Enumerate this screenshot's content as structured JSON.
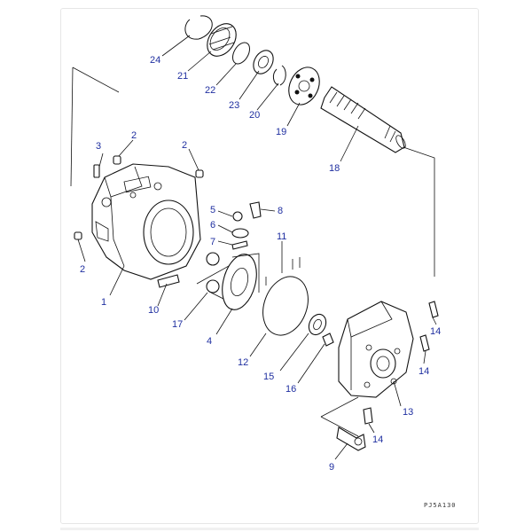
{
  "drawing_code": "PJ5A130",
  "colors": {
    "label": "#1f2fa0",
    "line": "#111111"
  },
  "callouts": {
    "c1": "1",
    "c2a": "2",
    "c2b": "2",
    "c2c": "2",
    "c3": "3",
    "c4": "4",
    "c5": "5",
    "c6": "6",
    "c7": "7",
    "c8": "8",
    "c9": "9",
    "c10": "10",
    "c11": "11",
    "c12": "12",
    "c13": "13",
    "c14a": "14",
    "c14b": "14",
    "c14c": "14",
    "c15": "15",
    "c16": "16",
    "c17": "17",
    "c18": "18",
    "c19": "19",
    "c20": "20",
    "c21": "21",
    "c22": "22",
    "c23": "23",
    "c24": "24"
  }
}
